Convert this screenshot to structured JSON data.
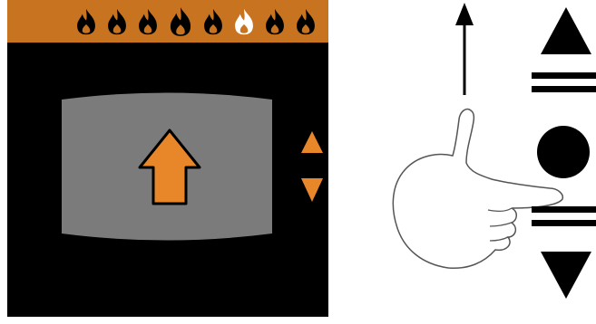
{
  "colors": {
    "accent": "#c8731f",
    "flame_active": "#000000",
    "flame_selected": "#ffffff",
    "arrow_fill": "#e8862a",
    "panel": "#7b7b7b",
    "screen_bg": "#000000"
  },
  "flame_levels": {
    "count": 8,
    "selected_index": 5,
    "large_index": 3,
    "icon": "flame-icon"
  },
  "icons": {
    "main": "up-arrow-icon",
    "scroll_up": "triangle-up-icon",
    "scroll_down": "triangle-down-icon",
    "gesture": "pointing-hand-icon",
    "swipe": "arrow-up-icon",
    "remote_up": "triangle-up-icon",
    "remote_center": "circle-button-icon",
    "remote_down": "triangle-down-icon"
  }
}
